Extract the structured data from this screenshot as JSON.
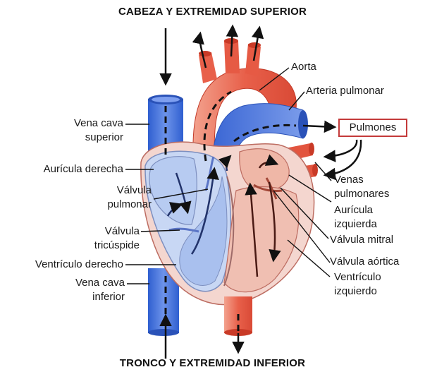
{
  "title_top": "CABEZA Y EXTREMIDAD SUPERIOR",
  "title_bottom": "TRONCO Y EXTREMIDAD INFERIOR",
  "labels": {
    "aorta": "Aorta",
    "arteria_pulmonar": "Arteria pulmonar",
    "pulmones": "Pulmones",
    "vena_cava_superior": [
      "Vena cava",
      "superior"
    ],
    "auricula_derecha": "Aurícula derecha",
    "valvula_pulmonar": [
      "Válvula",
      "pulmonar"
    ],
    "valvula_tricuspide": [
      "Válvula",
      "tricúspide"
    ],
    "ventriculo_derecho": "Ventrículo derecho",
    "vena_cava_inferior": [
      "Vena cava",
      "inferior"
    ],
    "venas_pulmonares": [
      "Venas",
      "pulmonares"
    ],
    "auricula_izquierda": [
      "Aurícula",
      "izquierda"
    ],
    "valvula_mitral": "Válvula mitral",
    "valvula_aortica": "Válvula aórtica",
    "ventriculo_izquierdo": [
      "Ventrículo",
      "izquierdo"
    ]
  },
  "colors": {
    "deoxygenated": "#4a6fd6",
    "deoxygenated_light": "#b9cdf3",
    "oxygenated": "#e2553f",
    "oxygenated_light": "#f6c2b0",
    "pulmones_border": "#c43a3a"
  }
}
